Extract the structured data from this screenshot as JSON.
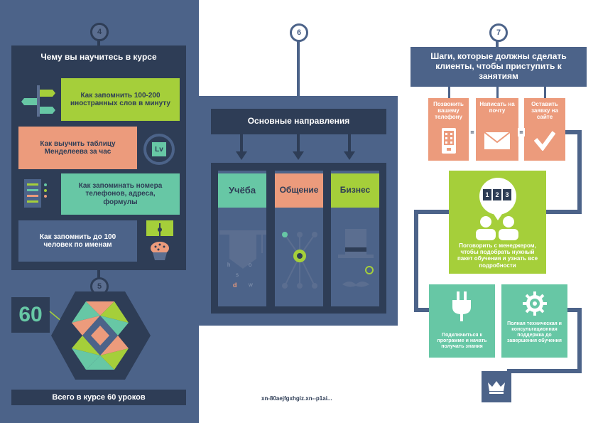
{
  "colors": {
    "bg_blue": "#4c6389",
    "dark": "#2e3d56",
    "green": "#a5cf3a",
    "salmon": "#ec9b7c",
    "teal": "#67c7a5",
    "muted": "#5b6e90"
  },
  "section4": {
    "step": "4",
    "title": "Чему вы научитесь в курсе",
    "items": [
      "Как запомнить 100-200 иностранных слов в минуту",
      "Как выучить таблицу Менделеева за час",
      "Как запоминать номера телефонов, адреса, формулы",
      "Как запомнить до 100 человек по именам"
    ],
    "element_symbol": "Lv"
  },
  "section5": {
    "step": "5",
    "badge": "60",
    "footer": "Всего в курсе 60 уроков"
  },
  "section6": {
    "step": "6",
    "title": "Основные направления",
    "cards": [
      "Учёба",
      "Общение",
      "Бизнес"
    ],
    "letters": [
      "h",
      "o",
      "s",
      "d",
      "w"
    ]
  },
  "section7": {
    "step": "7",
    "title": "Шаги, которые должны сделать клиенты, чтобы приступить к занятиям",
    "options": [
      "Позвонить вашему телефону",
      "Написать на почту",
      "Оставить заявку на сайте"
    ],
    "equals": "=",
    "digits": [
      "1",
      "2",
      "3"
    ],
    "manager_text": "Поговорить с менеджером, чтобы подобрать нужный пакет обучения и узнать все подробности",
    "connect_text": "Подключиться к программе и начать получать знания",
    "support_text": "Полная техническая и консультационная поддержка до завершения обучения"
  },
  "footer_url": "xn-80aejfgxhgiz.xn--p1ai..."
}
